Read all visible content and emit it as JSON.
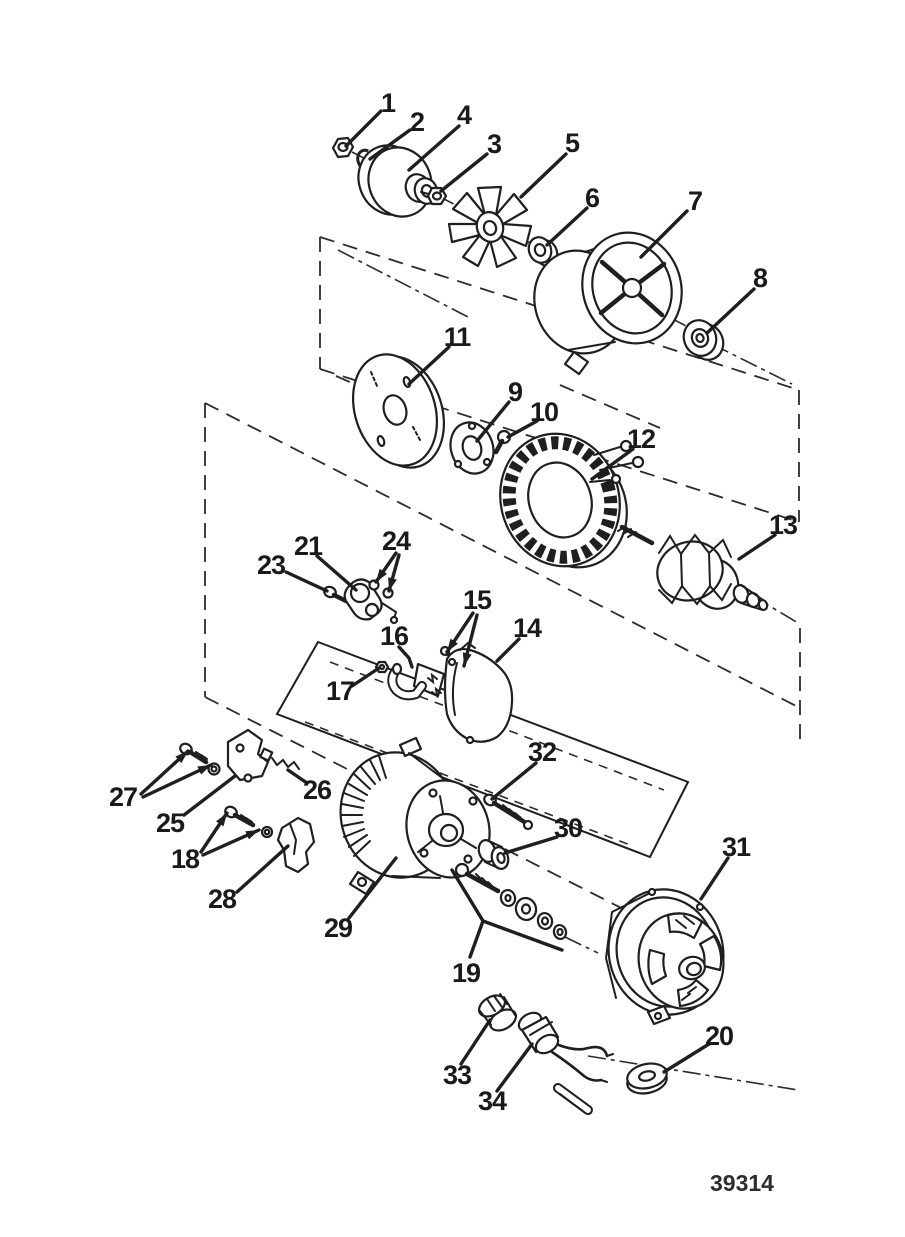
{
  "figure": {
    "drawing_number": "39314",
    "ink_color": "#1f1f1f",
    "paper_color": "#ffffff"
  },
  "callouts": {
    "c1": {
      "label": "1"
    },
    "c2": {
      "label": "2"
    },
    "c3": {
      "label": "3"
    },
    "c4": {
      "label": "4"
    },
    "c5": {
      "label": "5"
    },
    "c6": {
      "label": "6"
    },
    "c7": {
      "label": "7"
    },
    "c8": {
      "label": "8"
    },
    "c9": {
      "label": "9"
    },
    "c10": {
      "label": "10"
    },
    "c11": {
      "label": "11"
    },
    "c12": {
      "label": "12"
    },
    "c13": {
      "label": "13"
    },
    "c14": {
      "label": "14"
    },
    "c15": {
      "label": "15"
    },
    "c16": {
      "label": "16"
    },
    "c17": {
      "label": "17"
    },
    "c18": {
      "label": "18"
    },
    "c19": {
      "label": "19"
    },
    "c20": {
      "label": "20"
    },
    "c21": {
      "label": "21"
    },
    "c23": {
      "label": "23"
    },
    "c24": {
      "label": "24"
    },
    "c25": {
      "label": "25"
    },
    "c26": {
      "label": "26"
    },
    "c27": {
      "label": "27"
    },
    "c28": {
      "label": "28"
    },
    "c29": {
      "label": "29"
    },
    "c30": {
      "label": "30"
    },
    "c31": {
      "label": "31"
    },
    "c32": {
      "label": "32"
    },
    "c33": {
      "label": "33"
    },
    "c34": {
      "label": "34"
    }
  }
}
